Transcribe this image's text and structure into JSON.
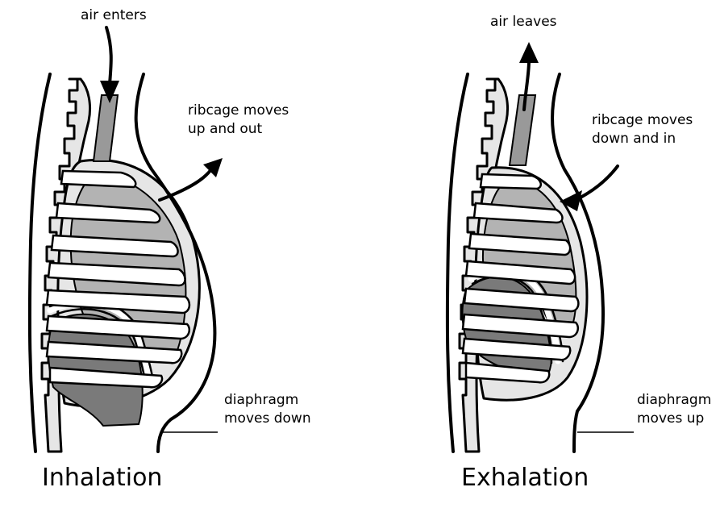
{
  "panels": {
    "inhalation": {
      "title": "Inhalation",
      "air_label": "air enters",
      "ribcage_label": [
        "ribcage moves",
        "up and out"
      ],
      "diaphragm_label": [
        "diaphragm",
        "moves down"
      ]
    },
    "exhalation": {
      "title": "Exhalation",
      "air_label": "air leaves",
      "ribcage_label": [
        "ribcage moves",
        "down and in"
      ],
      "diaphragm_label": [
        "diaphragm",
        "moves up"
      ]
    }
  },
  "colors": {
    "bone": "#e6e6e6",
    "lung": "#b3b3b3",
    "trachea": "#999999",
    "organ": "#7a7a7a",
    "outline": "#000000"
  }
}
